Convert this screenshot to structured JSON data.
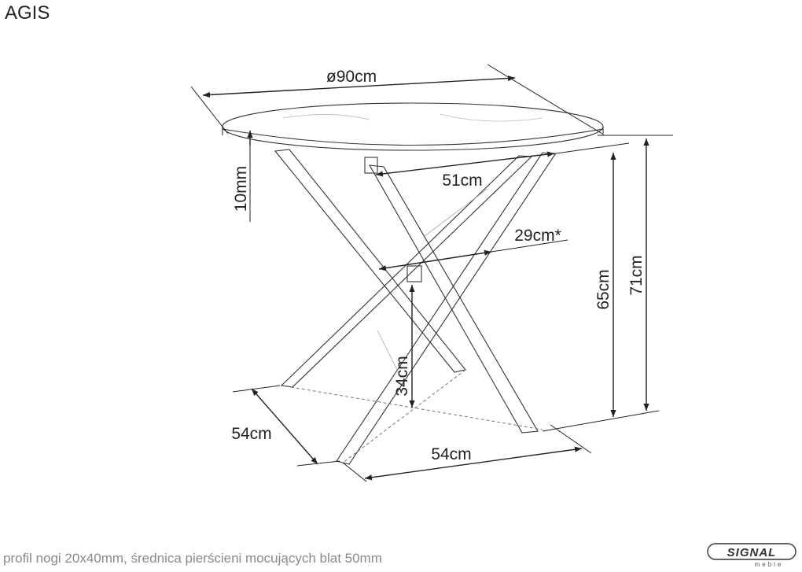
{
  "title": "AGIS",
  "dimensions": {
    "diameter": "ø90cm",
    "top_thickness": "10mm",
    "ring_width": "51cm",
    "cross_width": "29cm*",
    "cross_height": "34cm",
    "under_top_height": "65cm",
    "total_height": "71cm",
    "base_depth": "54cm",
    "base_width": "54cm"
  },
  "footer_note": "profil nogi 20x40mm, średnica pierścieni mocujących blat 50mm",
  "brand": {
    "name": "SIGNAL",
    "tagline": "meble"
  }
}
